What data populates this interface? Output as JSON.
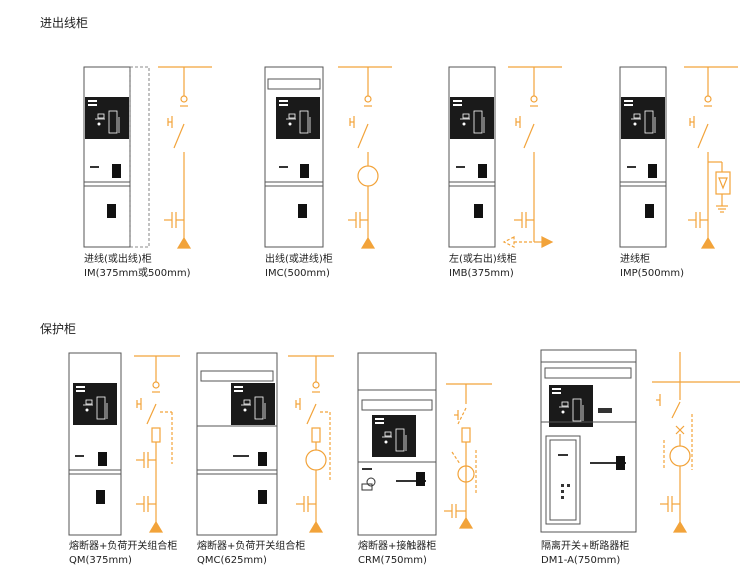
{
  "sections": {
    "incoming": "进出线柜",
    "protection": "保护柜"
  },
  "cabinets": [
    {
      "name": "进线(或出线)柜",
      "model": "IM(375mm或500mm)"
    },
    {
      "name": "出线(或进线)柜",
      "model": "IMC(500mm)"
    },
    {
      "name": "左(或右出)线柜",
      "model": "IMB(375mm)"
    },
    {
      "name": "进线柜",
      "model": "IMP(500mm)"
    },
    {
      "name": "熔断器+负荷开关组合柜",
      "model": "QM(375mm)"
    },
    {
      "name": "熔断器+负荷开关组合柜",
      "model": "QMC(625mm)"
    },
    {
      "name": "熔断器+接触器柜",
      "model": "CRM(750mm)"
    },
    {
      "name": "隔离开关+断路器柜",
      "model": "DM1-A(750mm)"
    }
  ],
  "colors": {
    "line": "#f2a33a",
    "cabinet_outline": "#555555",
    "panel": "#1a1a1a"
  }
}
